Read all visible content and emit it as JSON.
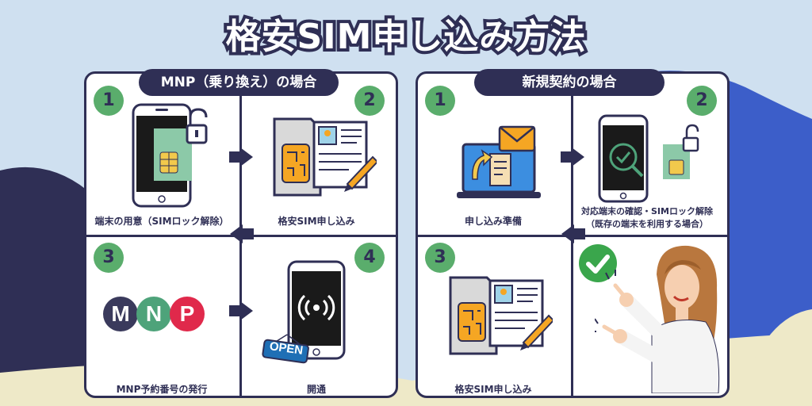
{
  "title": "格安SIM申し込み方法",
  "left_section": {
    "heading": "MNP（乗り換え）の場合",
    "steps": [
      {
        "number": "1",
        "caption": "端末の用意（SIMロック解除）"
      },
      {
        "number": "2",
        "caption": "格安SIM申し込み"
      },
      {
        "number": "3",
        "caption": "MNP予約番号の発行"
      },
      {
        "number": "4",
        "caption": "開通"
      }
    ],
    "mnp_logo": {
      "m": "M",
      "n": "N",
      "p": "P"
    },
    "open_sign": "OPEN"
  },
  "right_section": {
    "heading": "新規契約の場合",
    "steps": [
      {
        "number": "1",
        "caption": "申し込み準備"
      },
      {
        "number": "2",
        "caption_line1": "対応端末の確認・SIMロック解除",
        "caption_line2": "（既存の端末を利用する場合）"
      },
      {
        "number": "3",
        "caption": "格安SIM申し込み"
      }
    ]
  },
  "colors": {
    "navy": "#2f2f55",
    "green": "#5aad6c",
    "sim_green": "#8cc9a8",
    "background_sky": "#cfe0f0",
    "background_blue": "#3c5ec9",
    "background_cream": "#eee9c8",
    "mnp_m": "#3a3a5c",
    "mnp_n": "#4ea37a",
    "mnp_p": "#e0294b"
  },
  "icons": [
    "smartphone-icon",
    "sim-card-icon",
    "unlock-icon",
    "contract-document-icon",
    "pen-icon",
    "nfc-signal-icon",
    "laptop-icon",
    "envelope-icon",
    "magnifier-check-icon",
    "check-circle-icon",
    "woman-pointing-illustration"
  ]
}
